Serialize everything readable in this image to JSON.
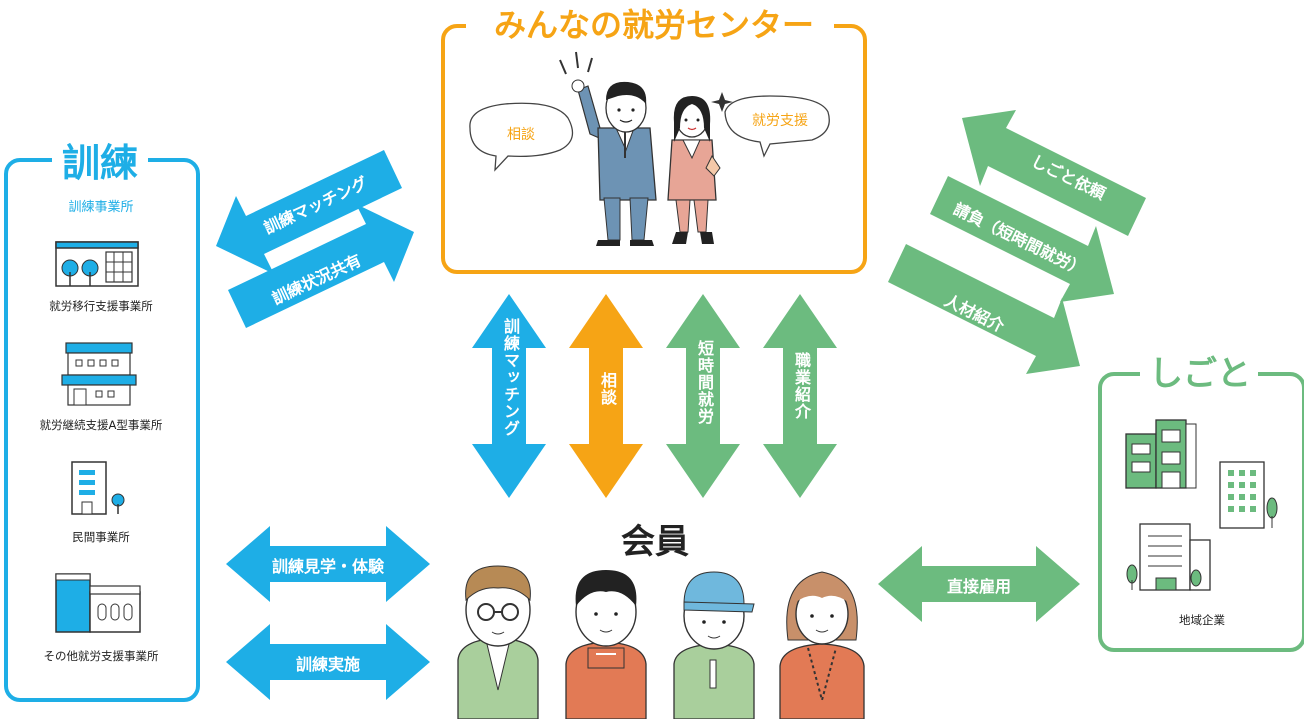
{
  "center": {
    "title": "みんなの就労センター",
    "bubble_left": "相談",
    "bubble_right": "就労支援"
  },
  "training": {
    "title": "訓練",
    "subtitle": "訓練事業所",
    "facilities": [
      "就労移行支援事業所",
      "就労継続支援A型事業所",
      "民間事業所",
      "その他就労支援事業所"
    ]
  },
  "work": {
    "title": "しごと",
    "facility": "地域企業"
  },
  "members": {
    "title": "会員"
  },
  "arrows": {
    "training_matching": "訓練マッチング",
    "training_status": "訓練状況共有",
    "job_request": "しごと依頼",
    "contract": "請負（短時間就労）",
    "placement": "人材紹介",
    "v_matching": "訓練マッチング",
    "v_consult": "相談",
    "v_short_work": "短時間就労",
    "v_job_intro": "職業紹介",
    "visit": "訓練見学・体験",
    "execution": "訓練実施",
    "direct_hire": "直接雇用"
  },
  "colors": {
    "blue": "#1eaee6",
    "orange": "#f6a415",
    "green": "#6cbb7f"
  }
}
